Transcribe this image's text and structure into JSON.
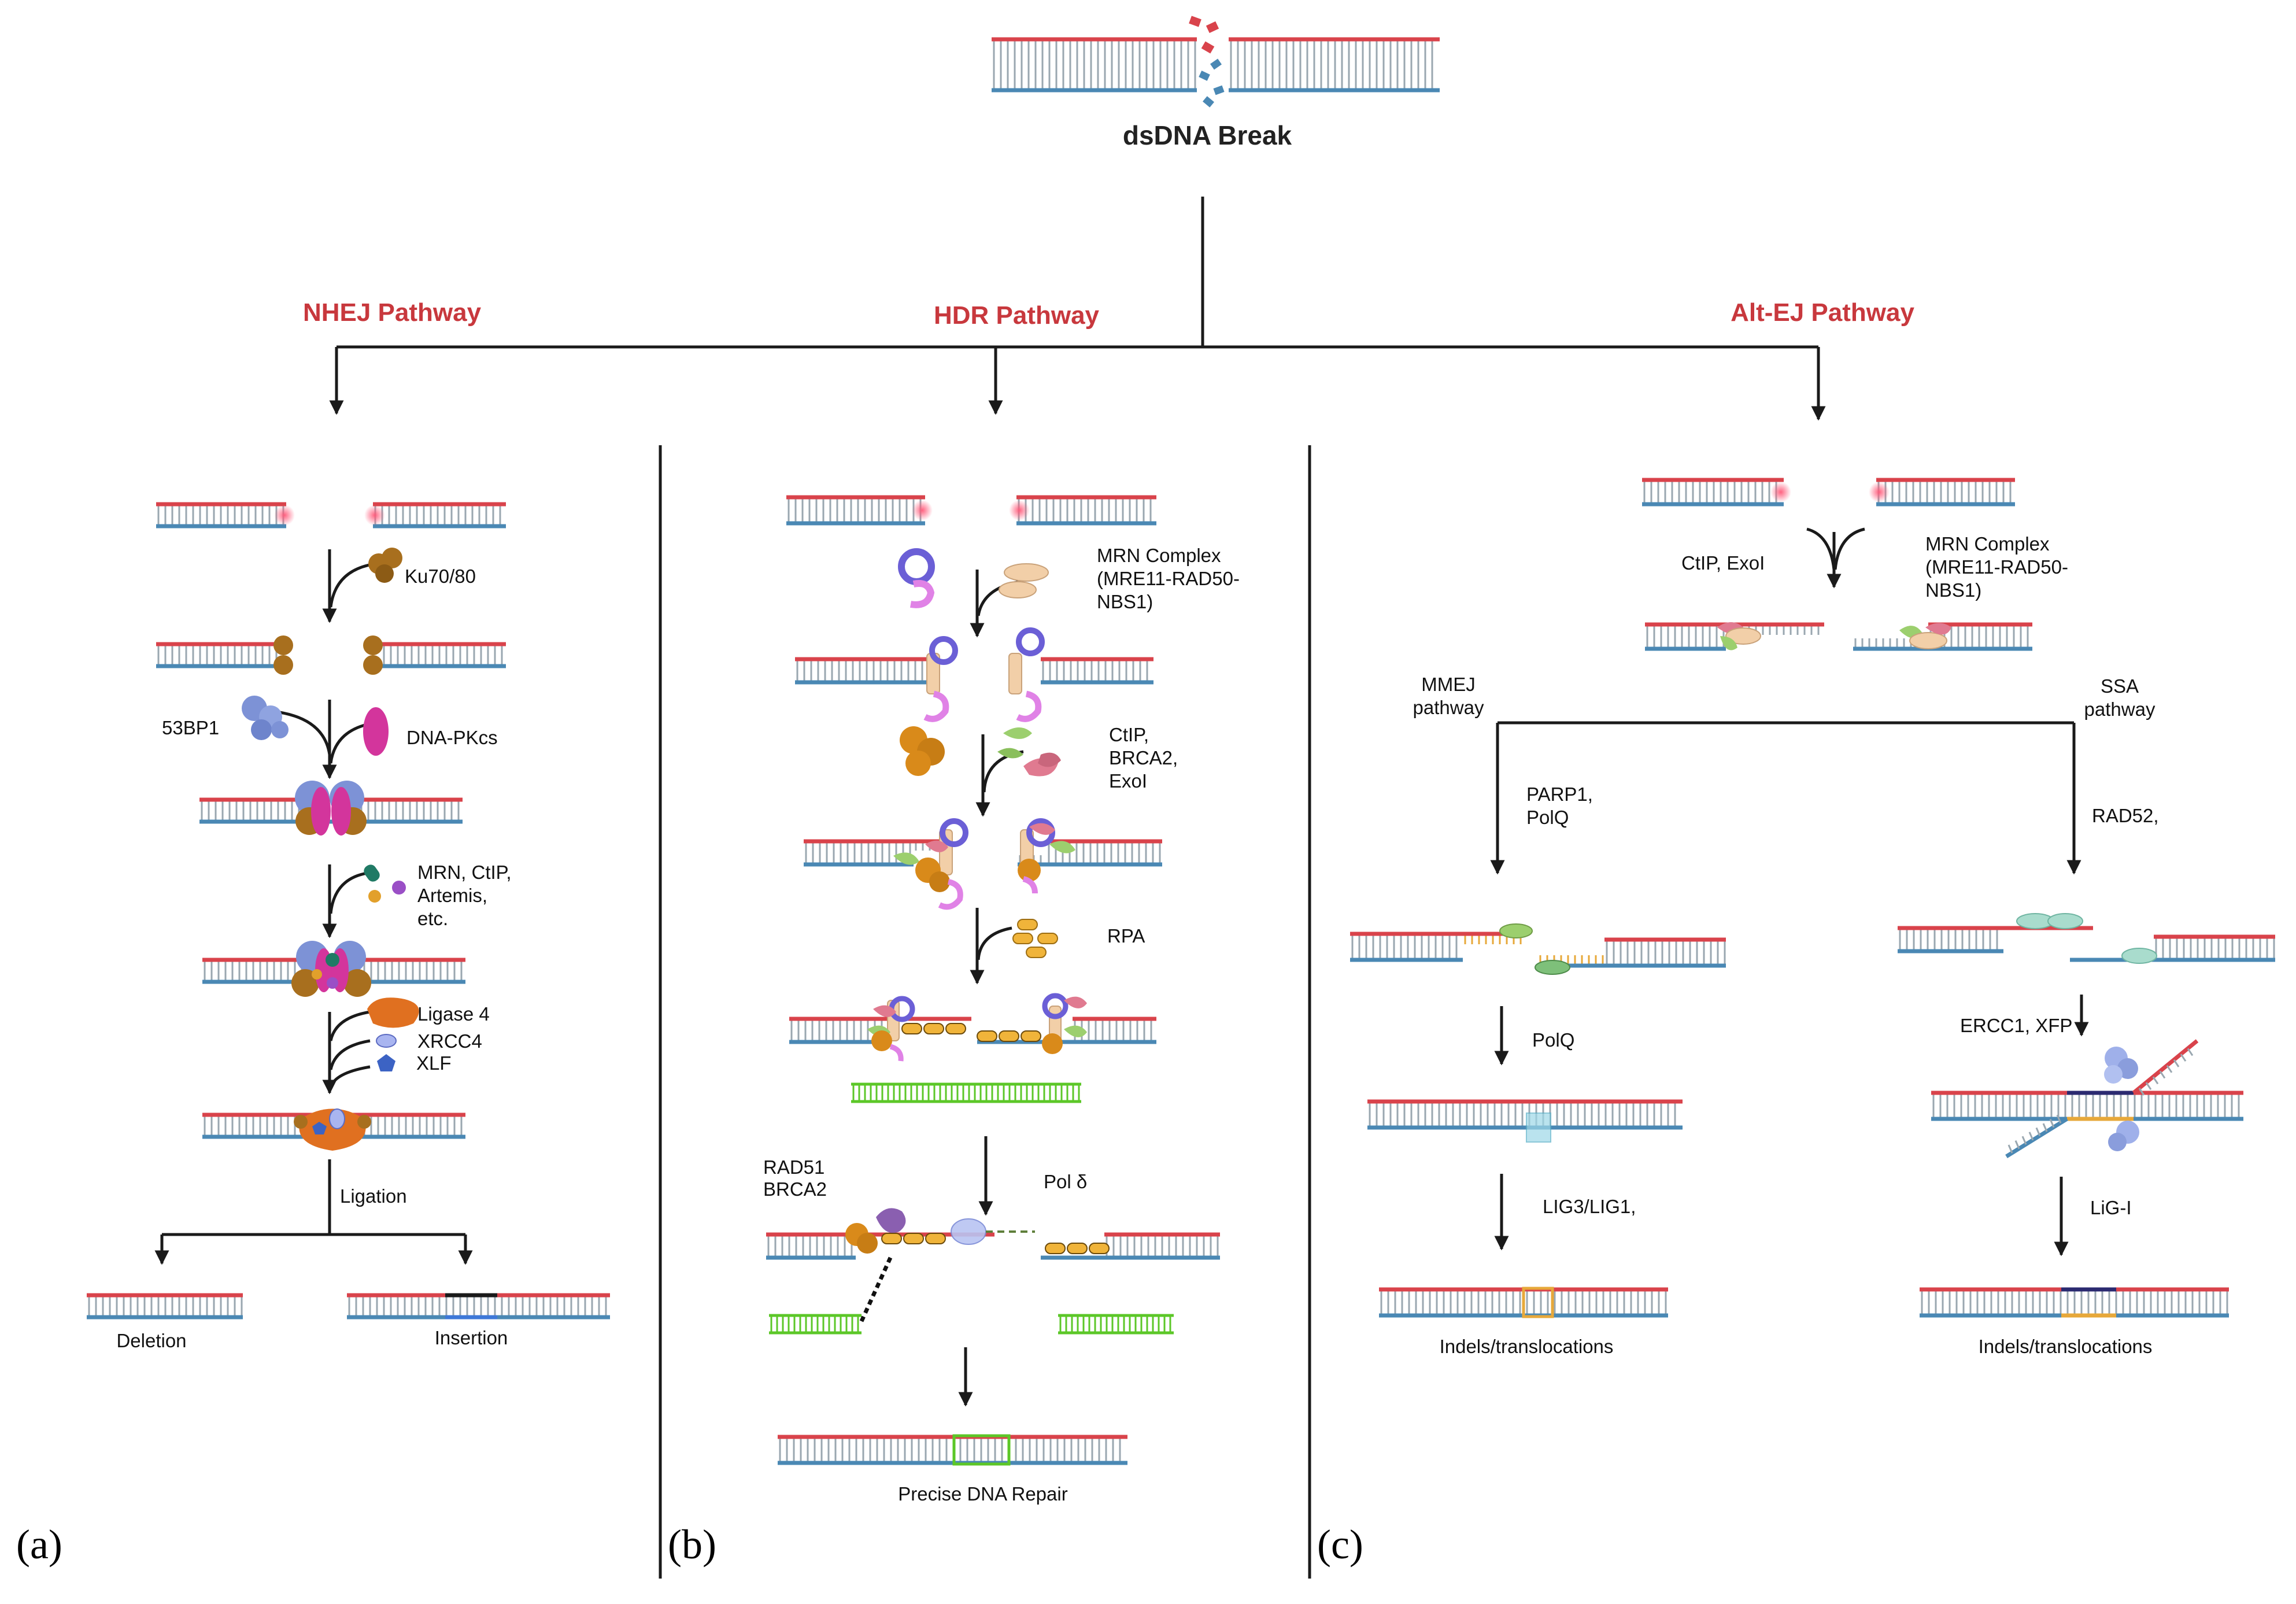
{
  "colors": {
    "red_strand": "#d9434b",
    "blue_strand": "#4a88b4",
    "rung": "#9aa7b0",
    "green_dna": "#5cc728",
    "title_red": "#c8383d",
    "ku_brown": "#a86f1e",
    "dnapkcs_magenta": "#d3359c",
    "mrn_ring": "#6b5fd6",
    "mrn_pink": "#e082e6",
    "mrn_tan": "#f2cfa8",
    "ctip_orange": "#d98a1a",
    "brca_green": "#9ccf6e",
    "exo_pink": "#e07a90",
    "rpa_yellow": "#f0b43a",
    "ligase_orange": "#e07020",
    "xrcc4_lilac": "#a9b5f0",
    "xlf_blue": "#3c63c4",
    "bp53_blue": "#7d92d6",
    "insertion_black": "#1a1a1a",
    "insertion_blue": "#3e78d8",
    "microhom_yellow": "#e7a83a",
    "annealed_navy": "#2b2a70",
    "polq_cyan": "#9ed8e8"
  },
  "top": {
    "title": "dsDNA Break"
  },
  "pathways": {
    "nhej": {
      "title": "NHEJ Pathway",
      "panel_label": "(a)",
      "step_ku": "Ku70/80",
      "step_53bp1": "53BP1",
      "step_dnapkcs": "DNA-PKcs",
      "step_mrn": [
        "MRN, CtIP,",
        "Artemis,",
        "etc."
      ],
      "step_ligase": "Ligase 4",
      "step_xrcc4": "XRCC4",
      "step_xlf": "XLF",
      "step_ligation": "Ligation",
      "outcome_deletion": "Deletion",
      "outcome_insertion": "Insertion"
    },
    "hdr": {
      "title": "HDR Pathway",
      "panel_label": "(b)",
      "step_mrn": [
        "MRN Complex",
        "(MRE11-RAD50-",
        "NBS1)"
      ],
      "step_ctip": [
        "CtIP,",
        "BRCA2,",
        "ExoI"
      ],
      "step_rpa": "RPA",
      "step_rad51": [
        "RAD51",
        "BRCA2"
      ],
      "step_pol": "Pol δ",
      "outcome": "Precise DNA Repair"
    },
    "altej": {
      "title": "Alt-EJ Pathway",
      "panel_label": "(c)",
      "step_ctip": "CtIP, ExoI",
      "step_mrn": [
        "MRN Complex",
        "(MRE11-RAD50-",
        "NBS1)"
      ],
      "mmej_label": [
        "MMEJ",
        "pathway"
      ],
      "ssa_label": [
        "SSA",
        "pathway"
      ],
      "mmej_step1": [
        "PARP1,",
        "PolQ"
      ],
      "mmej_step2": "PolQ",
      "mmej_step3": "LIG3/LIG1,",
      "mmej_outcome": "Indels/translocations",
      "ssa_step1": "RAD52,",
      "ssa_step2": "ERCC1, XFP",
      "ssa_step3": "LiG-I",
      "ssa_outcome": "Indels/translocations"
    }
  }
}
